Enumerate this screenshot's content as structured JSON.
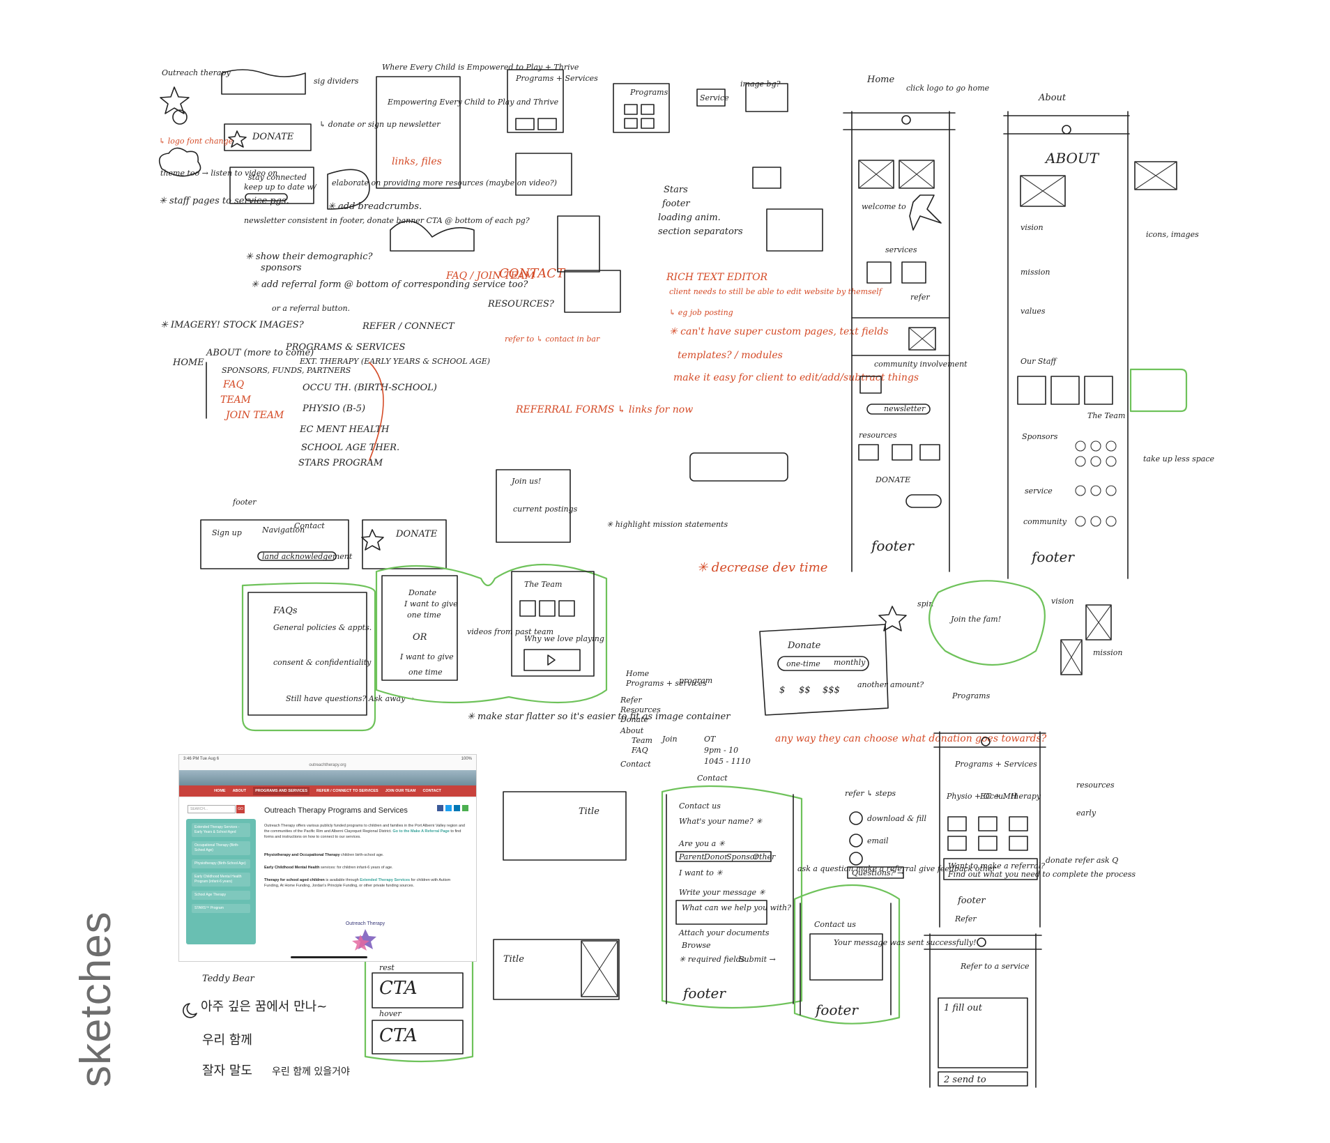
{
  "section_label": "sketches",
  "notes": {
    "outreach_therapy": "Outreach therapy",
    "sig_dividers": "sig dividers",
    "donate": "DONATE",
    "donate_note": "↳ donate or sign up newsletter",
    "logo_change": "↳ logo font change",
    "theme_too": "theme too → listen to video on",
    "stay_connected": "stay connected",
    "keep_up": "keep up to date w/",
    "elaborate": "elaborate on providing more resources (maybe on video?)",
    "links_files": "links, files",
    "add_breadcrumbs": "✳ add breadcrumbs.",
    "staff_pages": "✳ staff pages to service pgs.",
    "newsletter": "newsletter consistent in footer, donate banner CTA @ bottom of each pg?",
    "show_demographic": "✳ show their demographic?",
    "sponsors": "sponsors",
    "add_referral": "✳ add referral form @ bottom of corresponding service too?",
    "referral_btn": "or a referral button.",
    "imagery": "✳ IMAGERY! STOCK IMAGES?",
    "home": "HOME",
    "about": "ABOUT (more to come)",
    "sponsors_funds": "SPONSORS, FUNDS, PARTNERS",
    "faq": "FAQ",
    "team": "TEAM",
    "join_team": "JOIN TEAM",
    "programs_services": "PROGRAMS & SERVICES",
    "ext_therapy": "EXT. THERAPY (EARLY YEARS & SCHOOL AGE)",
    "occ_th": "OCCU TH. (BIRTH-SCHOOL)",
    "physio": "PHYSIO (B-5)",
    "ec_mental": "EC MENT HEALTH",
    "school_age": "SCHOOL AGE THER.",
    "stars_program": "STARS PROGRAM",
    "refer_connect": "REFER / CONNECT",
    "faq_join": "FAQ / JOIN TEAM",
    "contact": "CONTACT",
    "resources": "RESOURCES?",
    "refer_contact": "refer to ↳ contact in bar",
    "referral_forms": "REFERRAL FORMS ↳ links for now",
    "where_every_child": "Where Every Child is Empowered to Play + Thrive",
    "empowering": "Empowering Every Child to Play and Thrive",
    "programs_services_sk": "Programs + Services",
    "programs": "Programs",
    "service": "Service",
    "image_bg": "image bg?",
    "stars": "Stars",
    "footer": "footer",
    "loading": "loading anim.",
    "section_sep": "section separators",
    "rich_text": "RICH TEXT EDITOR",
    "client_needs": "client needs to still be able to edit website by themself",
    "job_posting": "↳ eg job posting",
    "cant_have": "✳ can't have super custom pages, text fields",
    "templates": "templates? / modules",
    "make_easy": "make it easy for client to edit/add/subtract things",
    "decrease": "✳ decrease dev time",
    "home_sk": "Home",
    "about_sk": "About",
    "click_logo": "click logo to go home",
    "welcome": "welcome to",
    "services": "services",
    "refer": "refer",
    "community": "community involvement",
    "newsletter_sk": "newsletter",
    "resources_sk": "resources",
    "donate_sk": "DONATE",
    "footer_sk": "footer",
    "about_title": "ABOUT",
    "vision": "vision",
    "mission": "mission",
    "values": "values",
    "our_staff": "Our Staff",
    "the_team": "The Team",
    "sponsors_sk": "Sponsors",
    "service_sk": "service",
    "community_sk": "community",
    "take_up": "take up less space",
    "icons_images": "icons, images",
    "join_us": "Join us!",
    "current_postings": "current postings",
    "highlight": "✳ highlight mission statements",
    "sign_up": "Sign up",
    "navigation": "Navigation",
    "contact_sk": "Contact",
    "land_ack": "land acknowledgement",
    "footer_label": "footer",
    "faqs": "FAQs",
    "general_policies": "General policies & appts.",
    "consent": "consent & confidentiality",
    "still_questions": "Still have questions? Ask away →",
    "donate_card": "Donate",
    "want_to_give": "I want to give",
    "one_time": "one time",
    "or": "OR",
    "one_time_2": "one time",
    "the_team_card": "The Team",
    "why_we_love": "Why we love playing",
    "videos": "videos from past team",
    "spin": "spin",
    "join_fam": "Join the fam!",
    "donate_big": "Donate",
    "one_time_big": "one-time",
    "monthly": "monthly",
    "dollar": "$",
    "two_dollar": "$$",
    "three_dollar": "$$$",
    "another_amount": "another amount?",
    "any_way": "any way they can choose what donation goes towards?",
    "home_list": "Home",
    "programs_list": "Programs + services",
    "refer_list": "Refer",
    "resources_list": "Resources",
    "donate_list": "Donate",
    "about_list": "About",
    "team_list": "Team",
    "faq_list": "FAQ",
    "contact_list": "Contact",
    "join_list": "Join",
    "program_list": "program",
    "make_star": "✳ make star flatter so it's easier to fit as image container",
    "ot": "OT",
    "ot_hours": "9pm - 10",
    "ot_hours2": "1045 - 1110",
    "contact_header": "Contact",
    "contact_us": "Contact us",
    "whats_your_name": "What's your name? ✳",
    "are_you_a": "Are you a ✳",
    "parent": "Parent",
    "donor": "Donor",
    "sponsor": "Sponsor",
    "other": "Other",
    "i_want_to": "I want to ✳",
    "write_message": "Write your message ✳",
    "what_can": "What can we help you with?",
    "attach": "Attach your documents",
    "browse": "Browse",
    "required": "✳ required fields",
    "submit": "Submit →",
    "footer_contact": "footer",
    "ask_question": "ask a question make a referral give feedback other",
    "contact_us_2": "Contact us",
    "your_message": "Your message was sent successfully!",
    "footer_contact2": "footer",
    "refer_steps": "refer ↳ steps",
    "download": "download & fill",
    "email": "email",
    "questions": "Questions? →",
    "programs_page": "Programs",
    "programs_services_page": "Programs + Services",
    "physio_occ": "Physio + Occu.",
    "ec_mh": "EC + MH",
    "therapy": "therapy",
    "want_to_refer": "Want to make a referral?",
    "find_out": "Find out what you need to complete the process",
    "donate_refer": "donate refer ask Q",
    "footer_programs": "footer",
    "resources_page": "resources",
    "early": "early",
    "refer_page": "Refer",
    "refer_to": "Refer to a service",
    "fill_out": "1 fill out",
    "send_to": "2 send to",
    "title": "Title",
    "title2": "Title",
    "rest": "rest",
    "cta": "CTA",
    "hover": "hover",
    "cta2": "CTA",
    "teddy": "Teddy Bear",
    "korean1": "아주 깊은 꿈에서 만나~",
    "korean2": "우리 함께",
    "korean3": "잘자 말도",
    "korean4": "우린 함께 있을거야"
  },
  "screenshot": {
    "status_time": "3:46 PM   Tue Aug 6",
    "status_battery": "100%",
    "url": "outreachtherapy.org",
    "nav": [
      "HOME",
      "ABOUT",
      "PROGRAMS AND SERVICES",
      "REFER / CONNECT TO SERVICES",
      "JOIN OUR TEAM",
      "CONTACT"
    ],
    "search_placeholder": "SEARCH...",
    "go": "GO",
    "sidebar": [
      "Extended Therapy Services - Early Years & School Aged",
      "Occupational Therapy (Birth-School Age)",
      "Physiotherapy (Birth-School Age)",
      "Early Childhood Mental Health Program (infant-6 years)",
      "School Age Therapy",
      "STARS™ Program"
    ],
    "title": "Outreach Therapy Programs and Services",
    "para1": "Outreach Therapy offers various publicly funded programs to children and families in the Port Alberni Valley region and the communities of the Pacific Rim and Alberni Clayoquot Regional District.",
    "para1_link": "Go to the Make A Referral Page",
    "para1_tail": "to find forms and instructions on how to connect to our services.",
    "item1_bold": "Physiotherapy and Occupational Therapy",
    "item1_tail": "children birth-school age.",
    "item2_bold": "Early Childhood Mental Health",
    "item2_tail": "services: for children infant-6 years of age.",
    "item3_bold": "Therapy for school aged children",
    "item3_mid": "is available through",
    "item3_link": "Extended Therapy Services",
    "item3_tail": "for children with Autism Funding, At Home Funding, Jordan's Principle Funding, or other private funding sources.",
    "logo_text": "Outreach Therapy",
    "colors": {
      "nav": "#c8423c",
      "sidebar": "#69bfb2",
      "link": "#3aa39a"
    }
  }
}
